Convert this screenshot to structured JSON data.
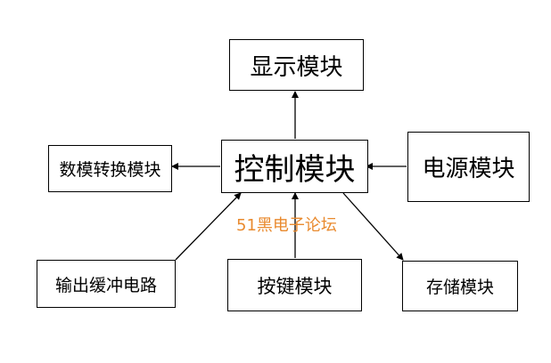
{
  "diagram": {
    "nodes": {
      "display": "显示模块",
      "control": "控制模块",
      "adc": "数模转换模块",
      "power": "电源模块",
      "output_buffer": "输出缓冲电路",
      "keypad": "按键模块",
      "storage": "存储模块"
    },
    "watermark": "51黑电子论坛",
    "edges": [
      {
        "from": "control",
        "to": "display"
      },
      {
        "from": "control",
        "to": "adc"
      },
      {
        "from": "power",
        "to": "control"
      },
      {
        "from": "output_buffer",
        "to": "control"
      },
      {
        "from": "keypad",
        "to": "control"
      },
      {
        "from": "control",
        "to": "storage"
      }
    ]
  },
  "colors": {
    "line": "#000000",
    "text": "#000000",
    "watermark": "#e98a2e"
  }
}
